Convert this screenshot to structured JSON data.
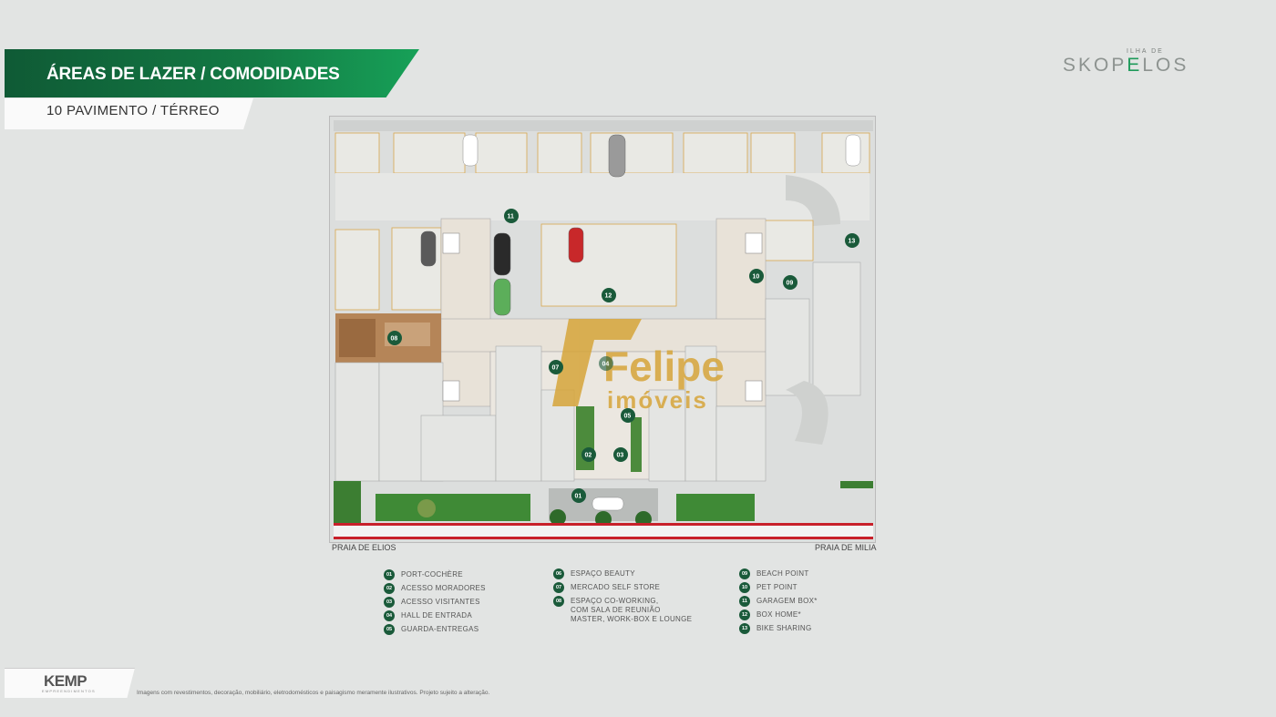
{
  "header": {
    "title": "ÁREAS DE LAZER / COMODIDADES",
    "subtitle": "10 PAVIMENTO / TÉRREO"
  },
  "brand": {
    "top": "ILHA DE",
    "pre": "SKOP",
    "accent": "E",
    "post": "LOS"
  },
  "plan": {
    "streets": {
      "left": "PRAIA DE ELIOS",
      "right": "PRAIA DE MILIA"
    },
    "watermark": {
      "line1": "Felipe",
      "line2": "imóveis"
    },
    "markers": [
      "01",
      "02",
      "03",
      "04",
      "05",
      "07",
      "08",
      "09",
      "10",
      "11",
      "12",
      "13"
    ]
  },
  "legend": [
    {
      "num": "01",
      "label": "PORT-COCHÈRE"
    },
    {
      "num": "02",
      "label": "ACESSO MORADORES"
    },
    {
      "num": "03",
      "label": "ACESSO VISITANTES"
    },
    {
      "num": "04",
      "label": "HALL DE ENTRADA"
    },
    {
      "num": "05",
      "label": "GUARDA-ENTREGAS"
    },
    {
      "num": "06",
      "label": "ESPAÇO BEAUTY"
    },
    {
      "num": "07",
      "label": "MERCADO SELF STORE"
    },
    {
      "num": "08",
      "label": "ESPAÇO CO-WORKING,\nCOM SALA DE REUNIÃO\nMASTER, WORK-BOX E LOUNGE"
    },
    {
      "num": "09",
      "label": "BEACH POINT"
    },
    {
      "num": "10",
      "label": "PET POINT"
    },
    {
      "num": "11",
      "label": "GARAGEM BOX*"
    },
    {
      "num": "12",
      "label": "BOX HOME*"
    },
    {
      "num": "13",
      "label": "BIKE SHARING"
    }
  ],
  "footer": {
    "company": "KEMP",
    "company_sub": "EMPREENDIMENTOS",
    "disclaimer": "Imagens com revestimentos, decoração, mobiliário, eletrodomésticos e paisagismo meramente ilustrativos. Projeto sujeito a alteração."
  },
  "colors": {
    "accent": "#137a44",
    "marker": "#1a5a3a",
    "street_line": "#c8202a"
  }
}
